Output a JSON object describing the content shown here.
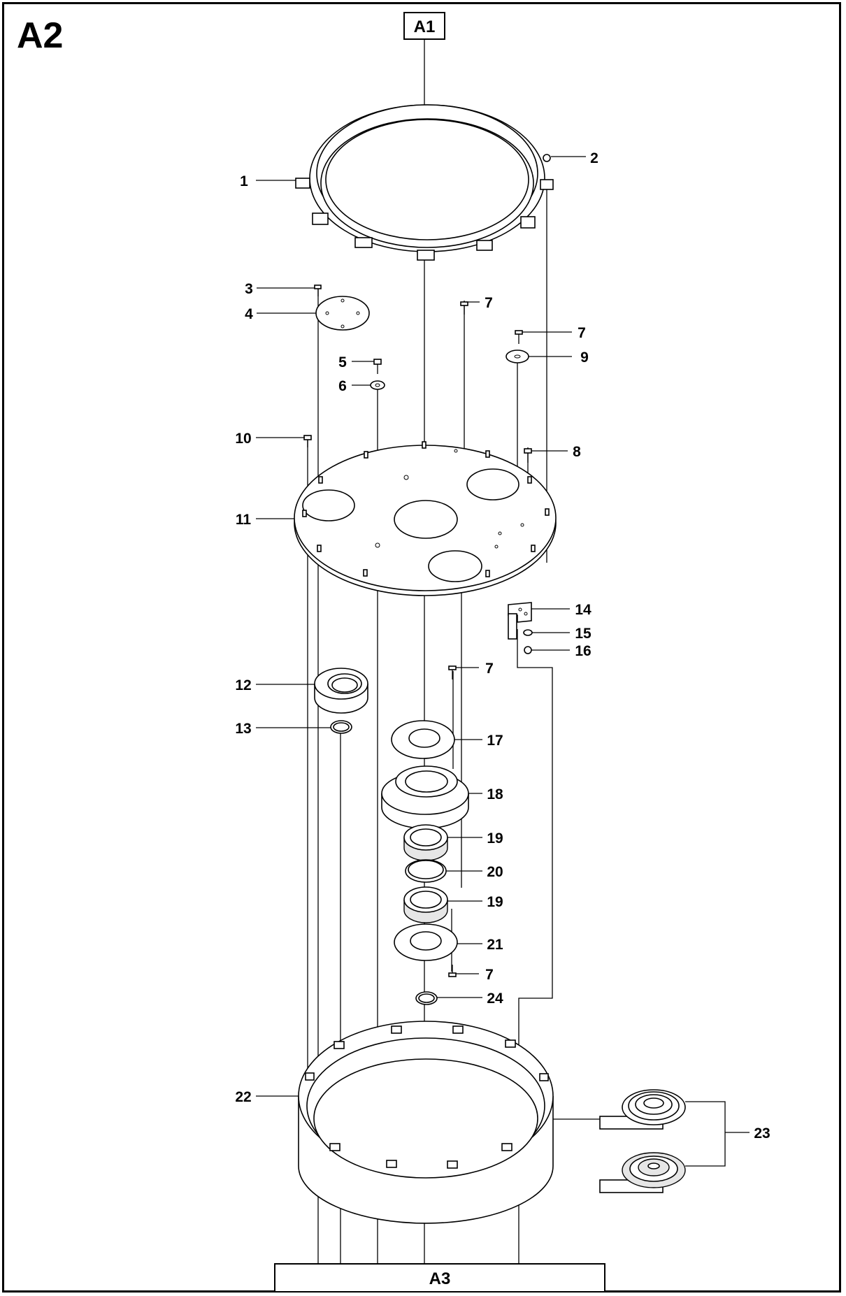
{
  "page": {
    "section_code": "A2"
  },
  "references": {
    "top": "A1",
    "bottom": "A3"
  },
  "callouts": [
    {
      "id": "c1",
      "label": "1"
    },
    {
      "id": "c2",
      "label": "2"
    },
    {
      "id": "c3",
      "label": "3"
    },
    {
      "id": "c4",
      "label": "4"
    },
    {
      "id": "c5",
      "label": "5"
    },
    {
      "id": "c6",
      "label": "6"
    },
    {
      "id": "c7a",
      "label": "7"
    },
    {
      "id": "c7b",
      "label": "7"
    },
    {
      "id": "c7c",
      "label": "7"
    },
    {
      "id": "c7d",
      "label": "7"
    },
    {
      "id": "c8",
      "label": "8"
    },
    {
      "id": "c9",
      "label": "9"
    },
    {
      "id": "c10",
      "label": "10"
    },
    {
      "id": "c11",
      "label": "11"
    },
    {
      "id": "c12",
      "label": "12"
    },
    {
      "id": "c13",
      "label": "13"
    },
    {
      "id": "c14",
      "label": "14"
    },
    {
      "id": "c15",
      "label": "15"
    },
    {
      "id": "c16",
      "label": "16"
    },
    {
      "id": "c17",
      "label": "17"
    },
    {
      "id": "c18",
      "label": "18"
    },
    {
      "id": "c19a",
      "label": "19"
    },
    {
      "id": "c19b",
      "label": "19"
    },
    {
      "id": "c20",
      "label": "20"
    },
    {
      "id": "c21",
      "label": "21"
    },
    {
      "id": "c22",
      "label": "22"
    },
    {
      "id": "c23",
      "label": "23"
    },
    {
      "id": "c24",
      "label": "24"
    }
  ]
}
